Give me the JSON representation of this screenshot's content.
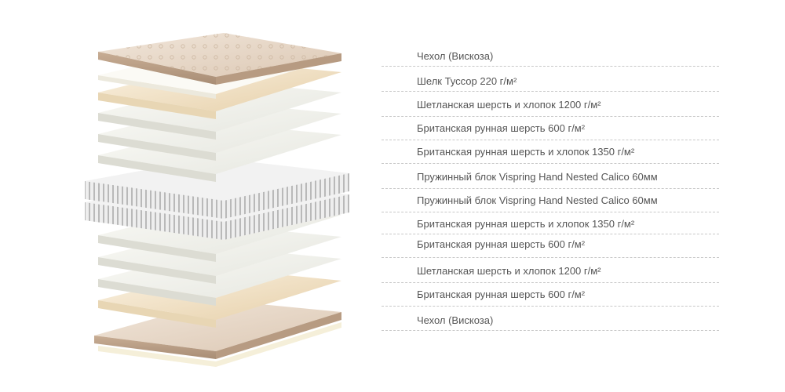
{
  "image_description": "Exploded layered view of a mattress with labeled layers",
  "layers": [
    {
      "label": "Чехол (Вискоза)"
    },
    {
      "label": "Шелк Туссор 220 г/м²"
    },
    {
      "label": "Шетланская шерсть и хлопок 1200 г/м²"
    },
    {
      "label": "Британская рунная шерсть 600 г/м²"
    },
    {
      "label": "Британская рунная шерсть и хлопок 1350 г/м²"
    },
    {
      "label": "Пружинный блок Vispring Hand Nested Calico 60мм"
    },
    {
      "label": "Пружинный блок Vispring Hand Nested Calico 60мм"
    },
    {
      "label": "Британская рунная шерсть и хлопок 1350 г/м²"
    },
    {
      "label": "Британская рунная шерсть 600 г/м²"
    },
    {
      "label": "Шетланская шерсть и хлопок 1200 г/м²"
    },
    {
      "label": "Британская рунная шерсть 600 г/м²"
    },
    {
      "label": "Чехол (Вискоза)"
    }
  ]
}
